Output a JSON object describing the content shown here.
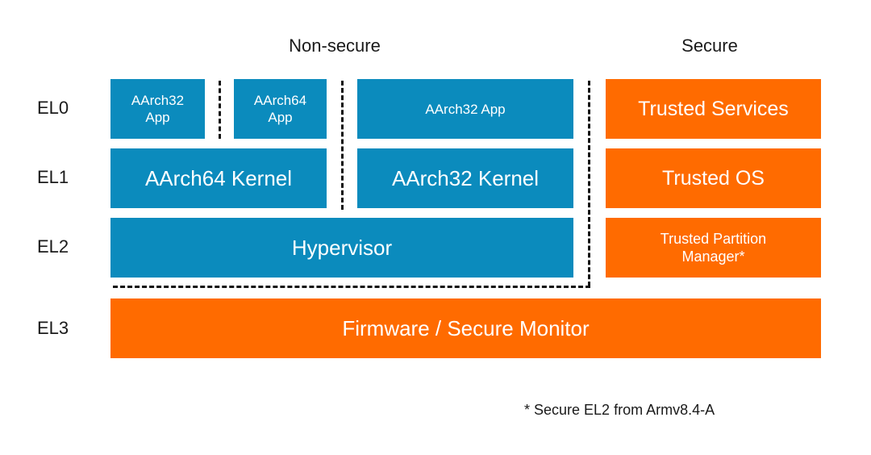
{
  "headers": {
    "non_secure": "Non-secure",
    "secure": "Secure"
  },
  "levels": {
    "el0": "EL0",
    "el1": "EL1",
    "el2": "EL2",
    "el3": "EL3"
  },
  "boxes": {
    "aarch32_app_1": "AArch32\nApp",
    "aarch64_app": "AArch64\nApp",
    "aarch32_app_2": "AArch32 App",
    "aarch64_kernel": "AArch64 Kernel",
    "aarch32_kernel": "AArch32 Kernel",
    "hypervisor": "Hypervisor",
    "trusted_services": "Trusted Services",
    "trusted_os": "Trusted OS",
    "trusted_partition_manager": "Trusted Partition\nManager*",
    "firmware": "Firmware / Secure Monitor"
  },
  "footnote": "* Secure EL2 from Armv8.4-A",
  "colors": {
    "non_secure": "#0b8bbd",
    "secure": "#ff6b00",
    "divider": "#111111"
  }
}
